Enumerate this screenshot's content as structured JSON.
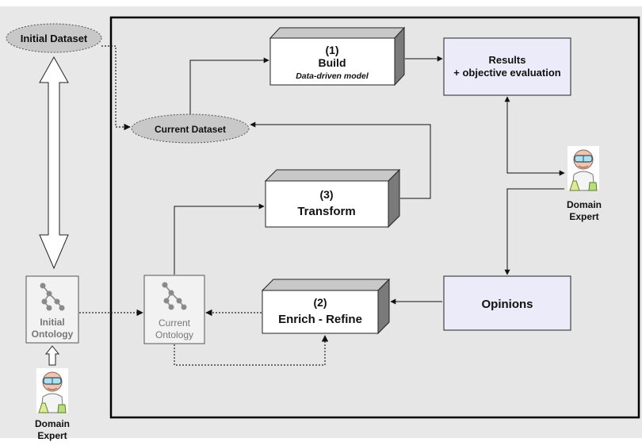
{
  "initial_dataset": "Initial Dataset",
  "current_dataset": "Current Dataset",
  "build": {
    "number": "(1)",
    "title": "Build",
    "subtitle": "Data-driven model"
  },
  "transform": {
    "number": "(3)",
    "title": "Transform"
  },
  "enrich": {
    "number": "(2)",
    "title": "Enrich - Refine"
  },
  "results": {
    "line1": "Results",
    "line2": "+ objective evaluation"
  },
  "opinions": "Opinions",
  "domain_expert_right": {
    "line1": "Domain",
    "line2": "Expert"
  },
  "domain_expert_left": {
    "line1": "Domain",
    "line2": "Expert"
  },
  "initial_ontology": {
    "line1": "Initial",
    "line2": "Ontology"
  },
  "current_ontology": {
    "line1": "Current",
    "line2": "Ontology"
  },
  "colors": {
    "outer_bg": "#e8e8e8",
    "frame_bg": "#e6e6e6",
    "box_face": "#ffffff",
    "box_side": "#7a7a7a",
    "box_top": "#c8c8c8",
    "lavender": "#ebebfa",
    "ellipse": "#c8c8c8",
    "ontology_bg": "#f2f2f2",
    "ontology_node": "#8a8a8a"
  },
  "icons": [
    "ontology-graph-icon",
    "scientist-icon"
  ]
}
